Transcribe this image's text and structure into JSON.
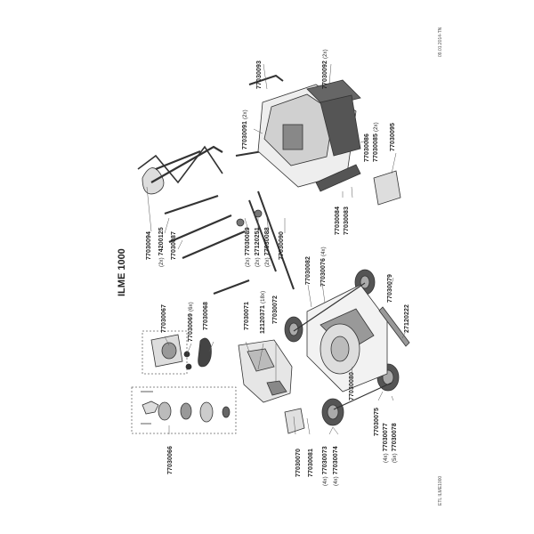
{
  "document": {
    "title": "ILME 1000",
    "date_code": "09.01.2014-TN",
    "footer_code": "ETL ILME1000"
  },
  "labels": {
    "p77030066": {
      "part": "77030066",
      "qty": ""
    },
    "p77030067": {
      "part": "77030067",
      "qty": ""
    },
    "p77030069": {
      "part": "77030069",
      "qty": "(6x)"
    },
    "p77030068": {
      "part": "77030068",
      "qty": ""
    },
    "p77030071": {
      "part": "77030071",
      "qty": ""
    },
    "p12120371": {
      "part": "12120371",
      "qty": "(18x)"
    },
    "p77030072": {
      "part": "77030072",
      "qty": ""
    },
    "p77030070": {
      "part": "77030070",
      "qty": ""
    },
    "p77030081": {
      "part": "77030081",
      "qty": ""
    },
    "p77030073": {
      "part": "77030073",
      "qty": "(4x)"
    },
    "p77030074": {
      "part": "77030074",
      "qty": "(4x)"
    },
    "p77030080": {
      "part": "77030080",
      "qty": ""
    },
    "p77030075": {
      "part": "77030075",
      "qty": ""
    },
    "p77030077": {
      "part": "77030077",
      "qty": "(4x)"
    },
    "p77030078": {
      "part": "77030078",
      "qty": "(5x)"
    },
    "p27120222": {
      "part": "27120222",
      "qty": ""
    },
    "p77030079": {
      "part": "77030079",
      "qty": ""
    },
    "p77030082": {
      "part": "77030082",
      "qty": ""
    },
    "p77030076": {
      "part": "77030076",
      "qty": "(4x)"
    },
    "p77030094": {
      "part": "77030094",
      "qty": ""
    },
    "p74200125": {
      "part": "74200125",
      "qty": "(2x)"
    },
    "p77030087": {
      "part": "77030087",
      "qty": ""
    },
    "p77030089": {
      "part": "77030089",
      "qty": "(2x)"
    },
    "p27120251": {
      "part": "27120251",
      "qty": "(2x)"
    },
    "p77030088": {
      "part": "77030088",
      "qty": "(2x)"
    },
    "p77030090": {
      "part": "77030090",
      "qty": ""
    },
    "p77030084": {
      "part": "77030084",
      "qty": ""
    },
    "p77030083": {
      "part": "77030083",
      "qty": ""
    },
    "p77030093": {
      "part": "77030093",
      "qty": ""
    },
    "p77030091": {
      "part": "77030091",
      "qty": "(2x)"
    },
    "p77030092": {
      "part": "77030092",
      "qty": "(2x)"
    },
    "p77030086": {
      "part": "77030086",
      "qty": ""
    },
    "p77030085": {
      "part": "77030085",
      "qty": "(2x)"
    },
    "p77030095": {
      "part": "77030095",
      "qty": ""
    }
  }
}
